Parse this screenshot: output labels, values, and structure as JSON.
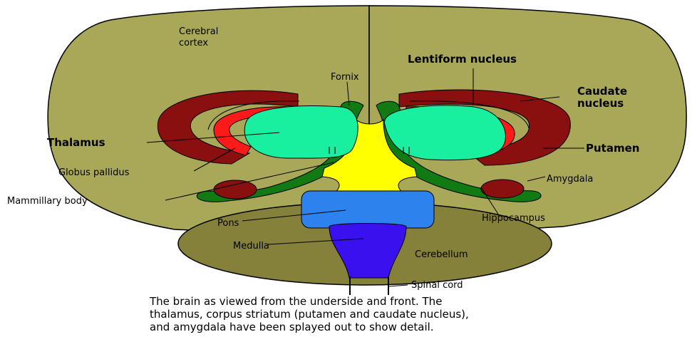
{
  "labels": {
    "cerebral_cortex_1": "Cerebral",
    "cerebral_cortex_2": "cortex",
    "fornix": "Fornix",
    "lentiform_nucleus": "Lentiform nucleus",
    "caudate_nucleus_1": "Caudate",
    "caudate_nucleus_2": "nucleus",
    "thalamus": "Thalamus",
    "putamen": "Putamen",
    "globus_pallidus": "Globus pallidus",
    "amygdala": "Amygdala",
    "mammillary_body": "Mammillary body",
    "hippocampus": "Hippocampus",
    "pons": "Pons",
    "medulla": "Medulla",
    "cerebellum": "Cerebellum",
    "spinal_cord": "Spinal cord"
  },
  "caption": {
    "line1": "The brain as viewed from the underside and front. The",
    "line2": "thalamus, corpus striatum (putamen and caudate nucleus),",
    "line3": "and amygdala have been splayed out to show detail."
  },
  "colors": {
    "cortex": "#a8a858",
    "cerebellum": "#85803a",
    "caudate_putamen": "#8a1010",
    "globus_pallidus": "#ff1a1a",
    "thalamus": "#18f0a0",
    "hippocampus_fornix": "#127a12",
    "midbrain": "#ffff00",
    "pons": "#2e82ee",
    "medulla": "#3a10ee",
    "outline": "#000000"
  }
}
